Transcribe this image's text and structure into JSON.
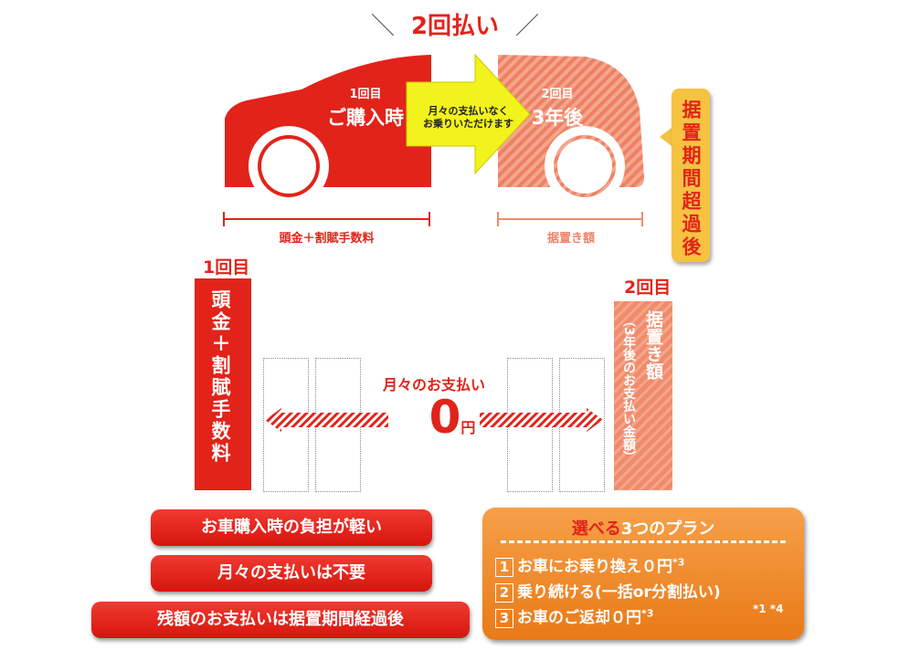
{
  "title": "2回払い",
  "phase1": {
    "number": "1回目",
    "label": "ご購入時"
  },
  "phase2": {
    "number": "2回目",
    "label": "3年後"
  },
  "arrow_text": [
    "月々の支払いなく",
    "お乗りいただけます"
  ],
  "bracket1_label": "頭金＋割賦手数料",
  "bracket2_label": "据置き額",
  "side_tag": "据置期間超過後",
  "payment1_label": "1回目",
  "payment1_bar": "頭金＋割賦手数料",
  "payment2_label": "2回目",
  "payment2_bar_main": "据置き額",
  "payment2_bar_sub": "（3年後のお支払い金額）",
  "monthly_label": "月々のお支払い",
  "monthly_value": "0",
  "monthly_unit": "円",
  "benefits": [
    "お車購入時の負担が軽い",
    "月々の支払いは不要",
    "残額のお支払いは据置期間経過後"
  ],
  "plans": {
    "title_highlight": "選べる",
    "title_rest": "3つのプラン",
    "items": [
      {
        "num": "1",
        "text": "お車にお乗り換え０円",
        "note": "*3"
      },
      {
        "num": "2",
        "text": "乗り続ける(一括or分割払い)",
        "note": ""
      },
      {
        "num": "3",
        "text": "お車のご返却０円",
        "note": "*3"
      }
    ],
    "footnotes": "*1 *4"
  },
  "colors": {
    "red": "#e2231a",
    "salmon": "#f08b6c",
    "yellow_arrow": "#f2f21c",
    "yellow_tag": "#f5c341",
    "orange": "#ee8a2a"
  }
}
